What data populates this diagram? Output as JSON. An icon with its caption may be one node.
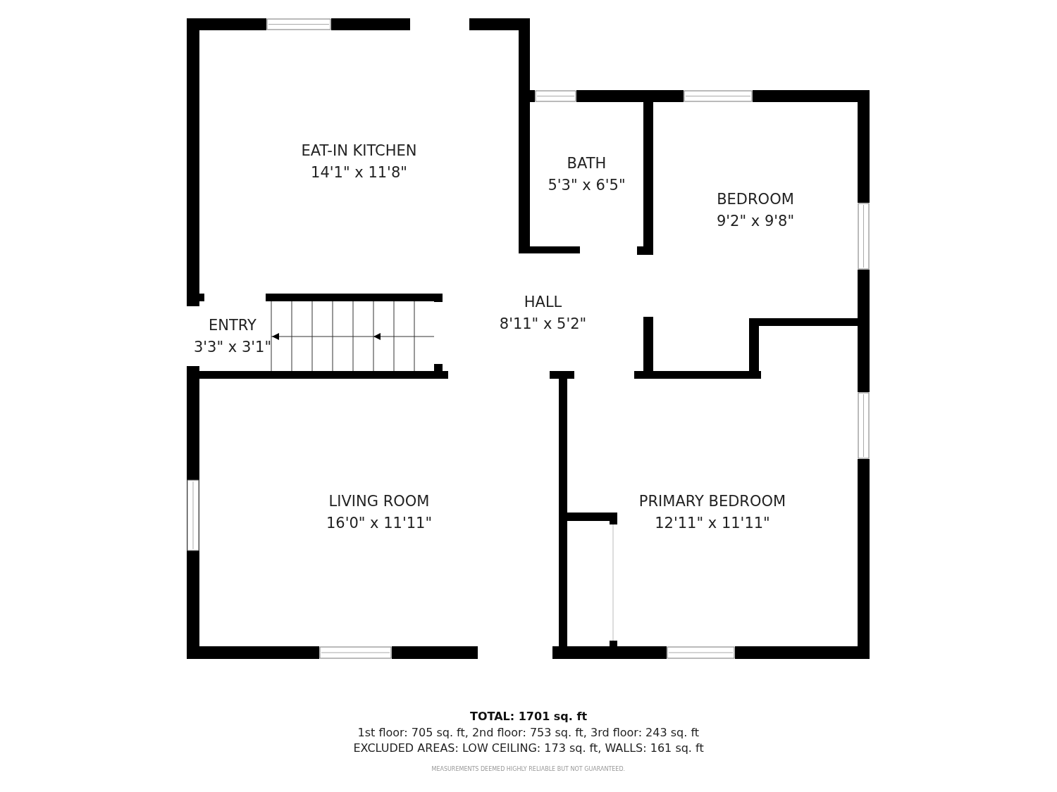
{
  "diagram": {
    "nodes": [
      {
        "text": [
          "EAT-IN KITCHEN",
          "14'1\" x 11'8\""
        ]
      },
      {
        "text": [
          "BATH",
          "5'3\" x 6'5\""
        ]
      },
      {
        "text": [
          "BEDROOM",
          "9'2\" x 9'8\""
        ]
      },
      {
        "text": [
          "HALL",
          "8'11\" x 5'2\""
        ]
      },
      {
        "text": [
          "ENTRY",
          "3'3\" x 3'1\""
        ]
      },
      {
        "text": [
          "LIVING ROOM",
          "16'0\" x 11'11\""
        ]
      },
      {
        "text": [
          "PRIMARY BEDROOM",
          "12'11\" x 11'11\""
        ]
      }
    ],
    "labels": [
      "TOTAL: 1701 sq. ft",
      "1st floor: 705 sq. ft, 2nd floor: 753 sq. ft, 3rd floor: 243 sq. ft",
      "EXCLUDED AREAS: LOW CEILING: 173 sq. ft, WALLS: 161 sq. ft",
      "MEASUREMENTS DEEMED HIGHLY RELIABLE BUT NOT GUARANTEED."
    ]
  }
}
